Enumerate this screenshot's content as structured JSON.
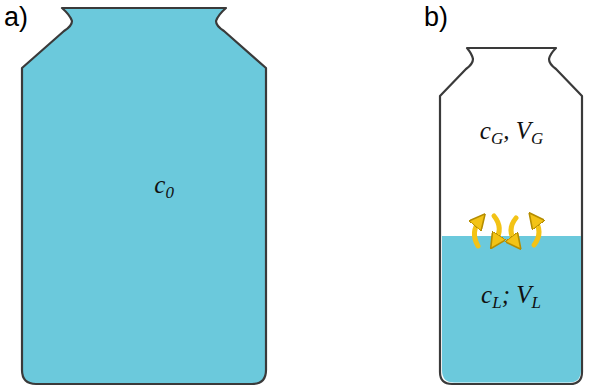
{
  "diagram": {
    "nodes": [
      {
        "text": [
          "c0"
        ]
      },
      {
        "text": [
          "cG, VG"
        ]
      },
      {
        "text": [
          "cL; VL"
        ],
        "in": 1
      }
    ],
    "labels": [
      "a)",
      "b)"
    ]
  }
}
